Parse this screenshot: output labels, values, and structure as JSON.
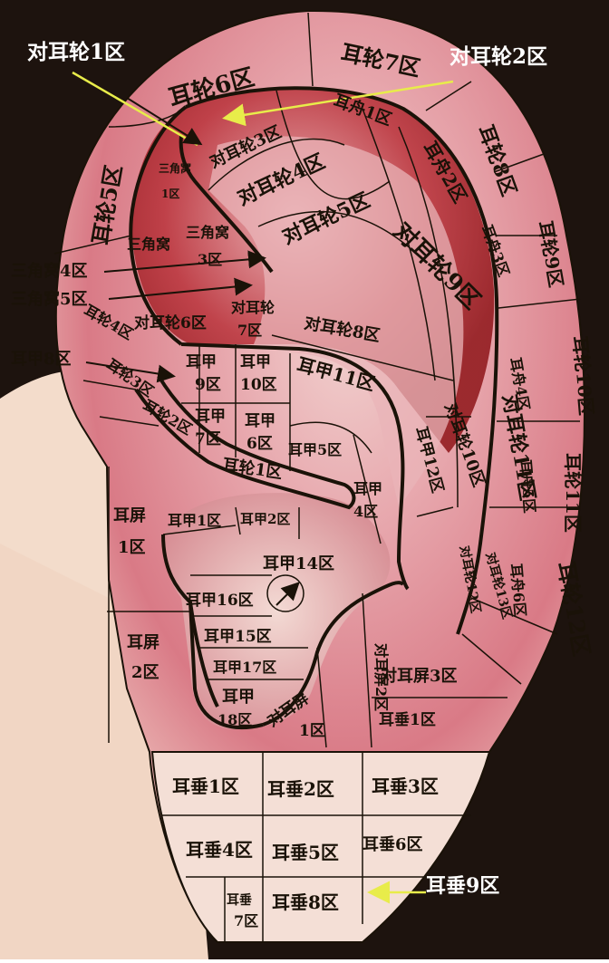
{
  "colors": {
    "hair": "#1d130e",
    "skin": "#f3dccb",
    "ear_outer": "#f0cfc8",
    "ear_mid": "#df8d95",
    "ear_deep": "#9e1c22",
    "line": "#1a1208",
    "arrow_yellow": "#e8ec4a"
  },
  "callouts": {
    "antihelix1": "对耳轮1区",
    "antihelix2": "对耳轮2区",
    "lobe9": "耳垂9区"
  },
  "side_labels": {
    "fossa4": "三角窝4区",
    "fossa5": "三角窝5区",
    "concha8": "耳甲8区"
  },
  "zones": {
    "helix6": "耳轮6区",
    "helix7": "耳轮7区",
    "helix8": "耳轮8区",
    "helix9": "耳轮9区",
    "helix10": "耳轮10区",
    "helix11": "耳轮11区",
    "helix12": "耳轮12区",
    "helix5": "耳轮5区",
    "helix4": "耳轮4区",
    "helix3": "耳轮3区",
    "helix2": "耳轮2区",
    "helix1": "耳轮1区",
    "scapha1": "耳舟1区",
    "scapha2": "耳舟2区",
    "scapha3": "耳舟3区",
    "scapha4": "耳舟4区",
    "scapha5": "耳舟5区",
    "scapha6": "耳舟6区",
    "antihelix3": "对耳轮3区",
    "antihelix4": "对耳轮4区",
    "antihelix5": "对耳轮5区",
    "antihelix6": "对耳轮6区",
    "antihelix7_a": "对耳轮",
    "antihelix7_b": "7区",
    "antihelix8": "对耳轮8区",
    "antihelix9": "对耳轮9区",
    "antihelix10": "对耳轮10区",
    "antihelix11": "对耳轮11区",
    "antihelix12": "对耳轮12区",
    "antihelix13": "对耳轮13区",
    "fossa1_a": "三角窝",
    "fossa1_b": "1区",
    "fossa2": "三角窝",
    "fossa3_a": "三角窝",
    "fossa3_b": "3区",
    "concha1": "耳甲1区",
    "concha2": "耳甲2区",
    "concha4_a": "耳甲",
    "concha4_b": "4区",
    "concha5": "耳甲5区",
    "concha6_a": "耳甲",
    "concha6_b": "6区",
    "concha7_a": "耳甲",
    "concha7_b": "7区",
    "concha9_a": "耳甲",
    "concha9_b": "9区",
    "concha10_a": "耳甲",
    "concha10_b": "10区",
    "concha11": "耳甲11区",
    "concha12": "耳甲12区",
    "concha14": "耳甲14区",
    "concha15": "耳甲15区",
    "concha16": "耳甲16区",
    "concha17": "耳甲17区",
    "concha18_a": "耳甲",
    "concha18_b": "18区",
    "tragus1_a": "耳屏",
    "tragus1_b": "1区",
    "tragus2_a": "耳屏",
    "tragus2_b": "2区",
    "antitragus1_a": "对耳屏",
    "antitragus1_b": "1区",
    "antitragus2": "对耳屏2区",
    "antitragus3": "对耳屏3区",
    "lobe1_upper": "耳垂1区",
    "lobe1": "耳垂1区",
    "lobe2": "耳垂2区",
    "lobe3": "耳垂3区",
    "lobe4": "耳垂4区",
    "lobe5": "耳垂5区",
    "lobe6": "耳垂6区",
    "lobe7_a": "耳垂",
    "lobe7_b": "7区",
    "lobe8": "耳垂8区"
  }
}
